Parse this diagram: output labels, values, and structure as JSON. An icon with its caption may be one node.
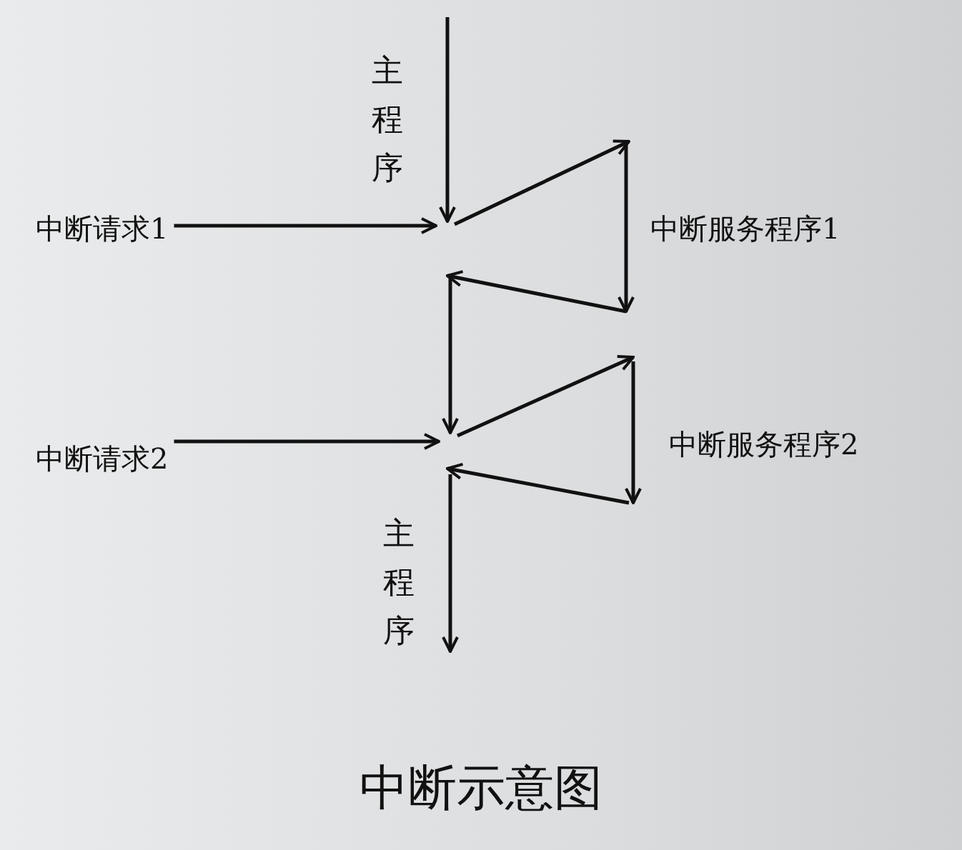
{
  "diagram": {
    "title": "中断示意图",
    "nodes": [
      {
        "text": [
          "中断请求1"
        ]
      },
      {
        "text": [
          "中断请求2"
        ]
      }
    ],
    "edges": [
      {
        "from": 0,
        "to": null,
        "arrow": "to"
      },
      {
        "from": 1,
        "to": null,
        "arrow": "to"
      }
    ],
    "labels": [
      "主程序",
      "中断服务程序1",
      "中断服务程序2",
      "主程序"
    ]
  }
}
